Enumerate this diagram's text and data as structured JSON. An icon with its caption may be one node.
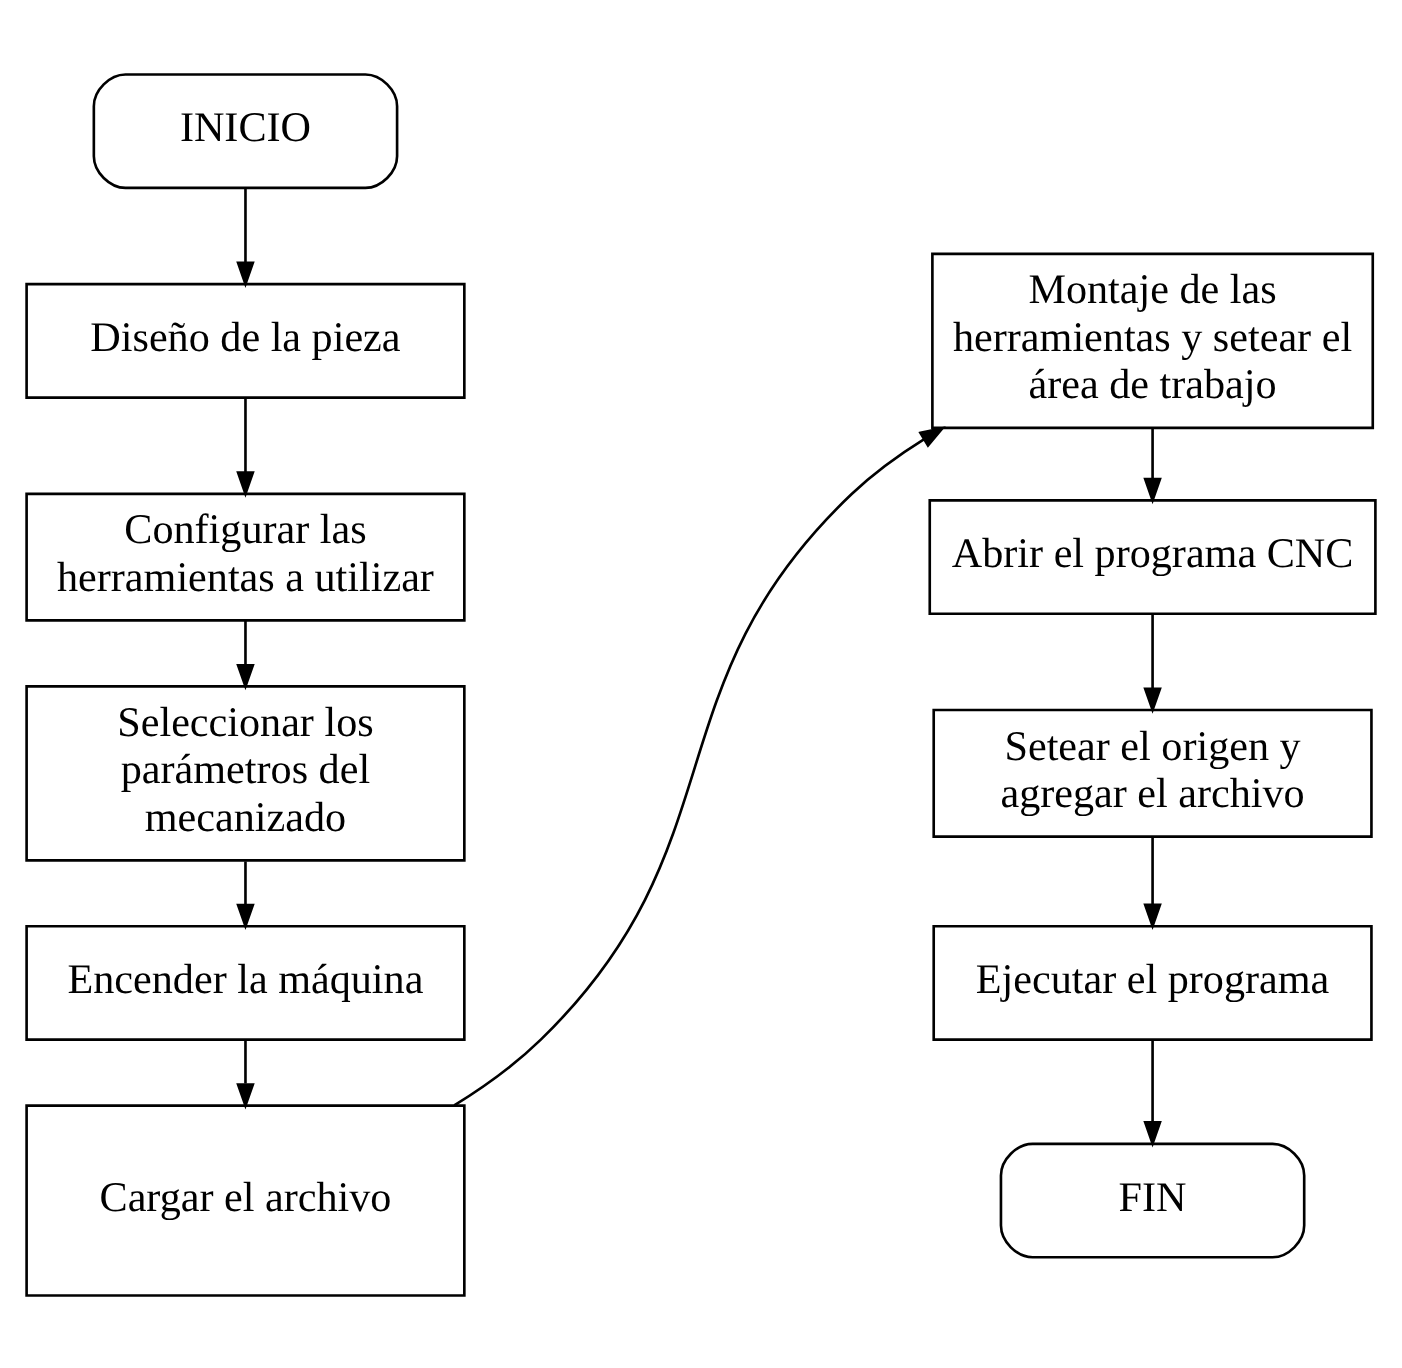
{
  "diagram": {
    "nodes": [
      {
        "text": [
          "INICIO"
        ]
      },
      {
        "text": [
          "Diseño de la pieza"
        ]
      },
      {
        "text": [
          "Configurar las herramientas a utilizar"
        ]
      },
      {
        "text": [
          "Seleccionar los parámetros del mecanizado"
        ]
      },
      {
        "text": [
          "Encender la máquina"
        ]
      },
      {
        "text": [
          "Cargar el archivo"
        ]
      },
      {
        "text": [
          "Montaje de las herramientas y setear el área de trabajo"
        ]
      },
      {
        "text": [
          "Abrir el programa CNC"
        ]
      },
      {
        "text": [
          "Setear el origen y agregar el archivo"
        ]
      },
      {
        "text": [
          "Ejecutar el programa"
        ]
      },
      {
        "text": [
          "FIN"
        ]
      }
    ],
    "edges": [
      {
        "from": 0,
        "to": 1,
        "arrow": "to"
      },
      {
        "from": 1,
        "to": 2,
        "arrow": "to"
      },
      {
        "from": 2,
        "to": 3,
        "arrow": "to"
      },
      {
        "from": 3,
        "to": 4,
        "arrow": "to"
      },
      {
        "from": 4,
        "to": 5,
        "arrow": "to"
      },
      {
        "from": 5,
        "to": 6,
        "arrow": "to"
      },
      {
        "from": 6,
        "to": 7,
        "arrow": "to"
      },
      {
        "from": 7,
        "to": 8,
        "arrow": "to"
      },
      {
        "from": 8,
        "to": 9,
        "arrow": "to"
      },
      {
        "from": 9,
        "to": 10,
        "arrow": "to"
      }
    ]
  }
}
